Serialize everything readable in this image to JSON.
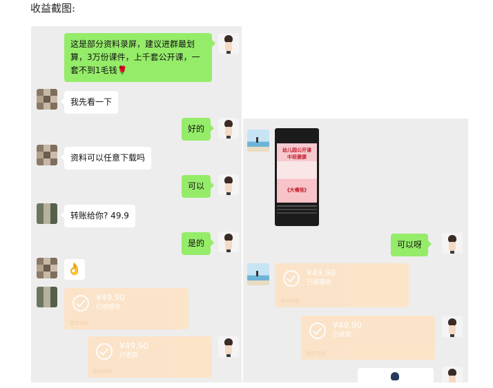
{
  "caption": "收益截图:",
  "left_chat": {
    "messages": [
      {
        "from": "self",
        "text": "这是部分资料录屏，建议进群最划算，3万份课件，上千套公开课，一套不到1毛钱🌹"
      },
      {
        "from": "other",
        "text": "我先看一下"
      },
      {
        "from": "self",
        "text": "好的"
      },
      {
        "from": "other",
        "text": "资料可以任意下载吗"
      },
      {
        "from": "self",
        "text": "可以"
      },
      {
        "from": "other",
        "text": "转账给你? 49.9"
      },
      {
        "from": "self",
        "text": "是的"
      },
      {
        "from": "other",
        "emoji": "👌"
      }
    ],
    "transfers": [
      {
        "amount": "¥49.90",
        "status": "已被接收",
        "foot": "微信转账"
      },
      {
        "amount": "¥49.90",
        "status": "已收款",
        "foot": "微信转账"
      }
    ]
  },
  "right_chat": {
    "video": {
      "line1": "幼儿园公开课",
      "line2": "中班健康",
      "line3": "《大嘴怪》"
    },
    "messages": [
      {
        "from": "self",
        "text": "可以呀"
      }
    ],
    "transfers": [
      {
        "amount": "¥49.90",
        "status": "已被接收",
        "foot": "微信转账"
      },
      {
        "amount": "¥49.90",
        "status": "已收款",
        "foot": "微信转账"
      }
    ]
  },
  "colors": {
    "chat_bg": "#ededed",
    "out_bubble": "#95ec69",
    "in_bubble": "#ffffff",
    "transfer_card": "#fde3c6"
  }
}
